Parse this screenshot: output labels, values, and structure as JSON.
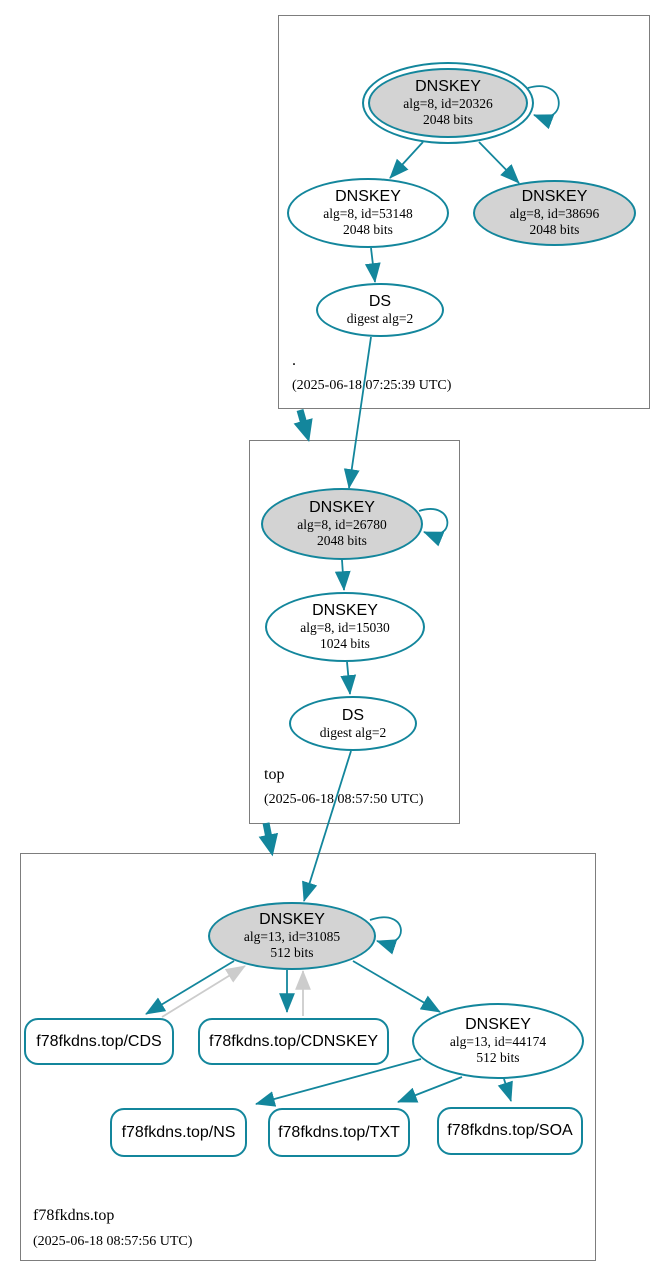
{
  "colors": {
    "edge_secure_teal": "#13869c",
    "edge_warning_gray": "#cccccc",
    "node_fill_gray": "#d3d3d3",
    "zone_border_gray": "#7d7d7d"
  },
  "zones": {
    "root": {
      "label": ".",
      "timestamp": "(2025-06-18 07:25:39 UTC)",
      "nodes": {
        "ksk20326": {
          "title": "DNSKEY",
          "line1": "alg=8, id=20326",
          "line2": "2048 bits"
        },
        "zsk53148": {
          "title": "DNSKEY",
          "line1": "alg=8, id=53148",
          "line2": "2048 bits"
        },
        "key38696": {
          "title": "DNSKEY",
          "line1": "alg=8, id=38696",
          "line2": "2048 bits"
        },
        "ds": {
          "title": "DS",
          "line1": "digest alg=2"
        }
      }
    },
    "top": {
      "label": "top",
      "timestamp": "(2025-06-18 08:57:50 UTC)",
      "nodes": {
        "ksk26780": {
          "title": "DNSKEY",
          "line1": "alg=8, id=26780",
          "line2": "2048 bits"
        },
        "zsk15030": {
          "title": "DNSKEY",
          "line1": "alg=8, id=15030",
          "line2": "1024 bits"
        },
        "ds": {
          "title": "DS",
          "line1": "digest alg=2"
        }
      }
    },
    "f78fkdns": {
      "label": "f78fkdns.top",
      "timestamp": "(2025-06-18 08:57:56 UTC)",
      "nodes": {
        "ksk31085": {
          "title": "DNSKEY",
          "line1": "alg=13, id=31085",
          "line2": "512 bits"
        },
        "zsk44174": {
          "title": "DNSKEY",
          "line1": "alg=13, id=44174",
          "line2": "512 bits"
        },
        "cds": {
          "label": "f78fkdns.top/CDS"
        },
        "cdnskey": {
          "label": "f78fkdns.top/CDNSKEY"
        },
        "ns": {
          "label": "f78fkdns.top/NS"
        },
        "txt": {
          "label": "f78fkdns.top/TXT"
        },
        "soa": {
          "label": "f78fkdns.top/SOA"
        }
      }
    }
  }
}
